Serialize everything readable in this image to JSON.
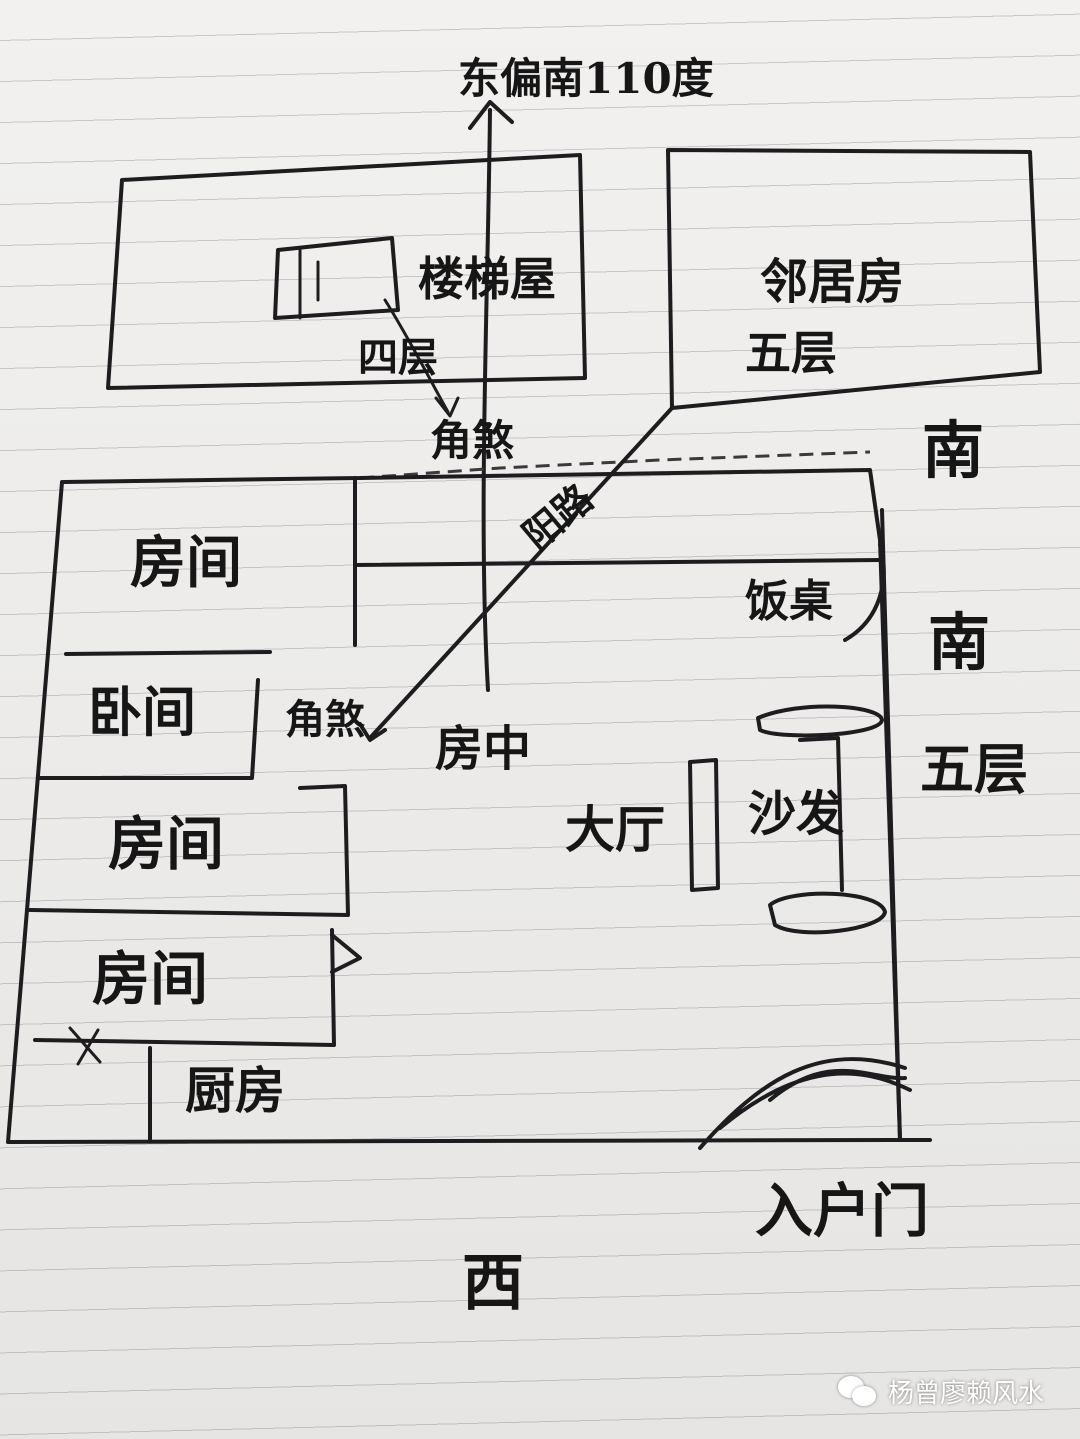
{
  "orientation_label": "东偏南110度",
  "buildings": {
    "stair_house": "楼梯屋",
    "stair_house_floors": "四层",
    "neighbor_house": "邻居房",
    "neighbor_house_floors": "五层",
    "south_building": "南",
    "south_building_floors": "五层"
  },
  "labels": {
    "corner_sha_top": "角煞",
    "road": "阳路",
    "south_side": "南",
    "west_side": "西",
    "corner_sha_inner": "角煞",
    "house_center": "房中",
    "entrance_door": "入户门"
  },
  "rooms": {
    "room_1": "房间",
    "room_2": "卧间",
    "room_3": "房间",
    "room_4": "房间",
    "kitchen": "厨房",
    "living_hall": "大厅",
    "dining_table": "饭桌",
    "sofa": "沙发"
  },
  "watermark": {
    "icon": "wechat-icon",
    "text": "杨曾廖赖风水"
  },
  "colors": {
    "ink": "#1d1d1f",
    "paper": "#ecebe9",
    "ruled_line": "#9a9aa2"
  }
}
